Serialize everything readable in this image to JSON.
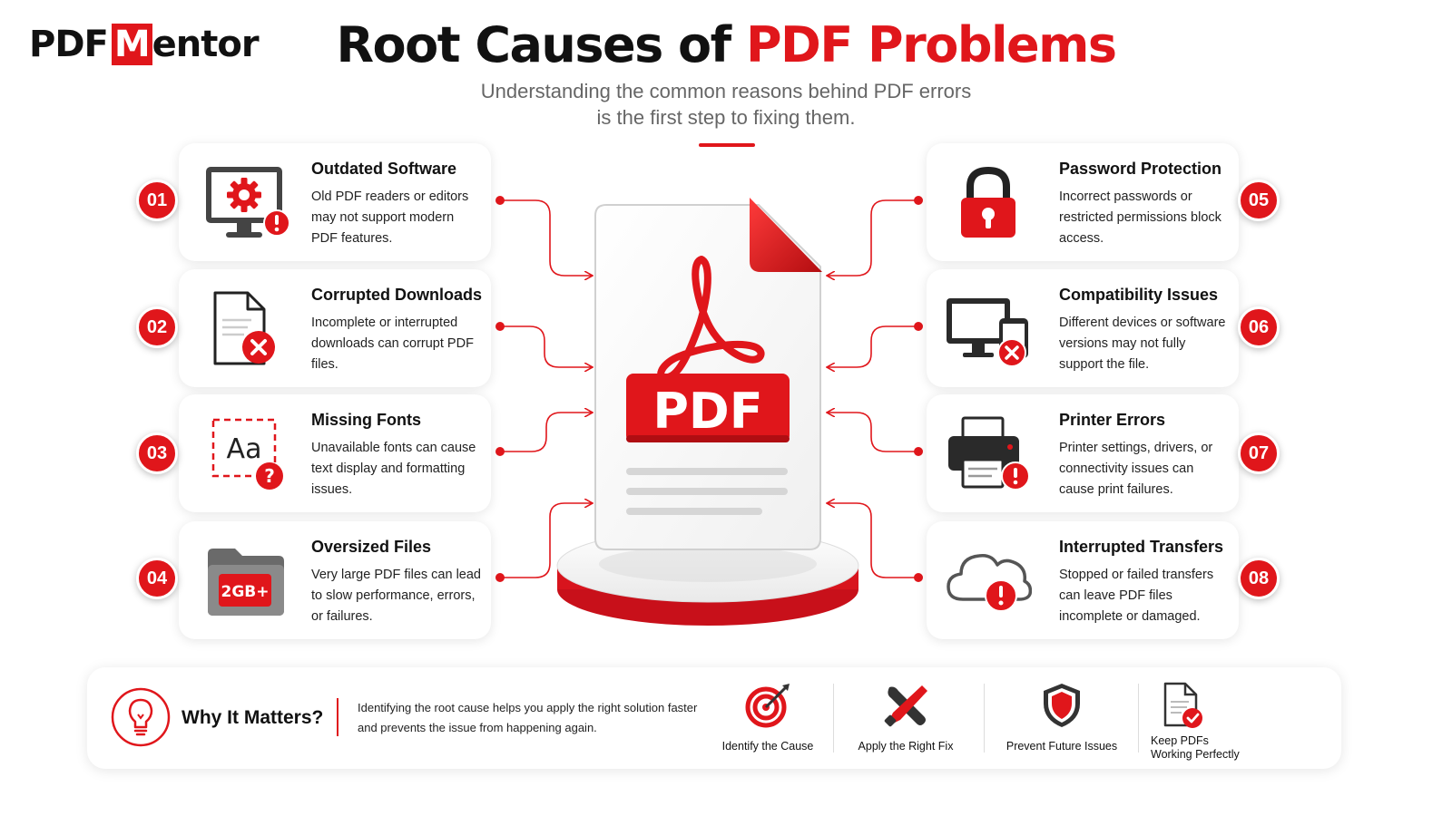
{
  "logo": {
    "part1": "PDF",
    "part2": "M",
    "part3": "entor"
  },
  "header": {
    "title_black": "Root Causes of ",
    "title_red": "PDF Problems",
    "subtitle_line1": "Understanding the common reasons behind PDF errors",
    "subtitle_line2": "is the first step to fixing them."
  },
  "causes": [
    {
      "number": "01",
      "title": "Outdated Software",
      "desc": "Old PDF readers or editors may not support modern PDF features.",
      "icon": "outdated-monitor-icon"
    },
    {
      "number": "02",
      "title": "Corrupted Downloads",
      "desc": "Incomplete or interrupted downloads can corrupt PDF files.",
      "icon": "corrupted-file-icon"
    },
    {
      "number": "03",
      "title": "Missing Fonts",
      "desc": "Unavailable fonts can cause text display and formatting issues.",
      "icon": "missing-font-icon"
    },
    {
      "number": "04",
      "title": "Oversized Files",
      "desc": "Very large PDF files can lead to slow performance, errors, or failures.",
      "icon": "large-folder-icon",
      "icon_text": "2GB+"
    },
    {
      "number": "05",
      "title": "Password Protection",
      "desc": "Incorrect passwords or restricted permissions block access.",
      "icon": "padlock-icon"
    },
    {
      "number": "06",
      "title": "Compatibility Issues",
      "desc": "Different devices or software versions may not fully support the file.",
      "icon": "devices-icon"
    },
    {
      "number": "07",
      "title": "Printer Errors",
      "desc": "Printer settings, drivers, or connectivity issues can cause print failures.",
      "icon": "printer-icon"
    },
    {
      "number": "08",
      "title": "Interrupted Transfers",
      "desc": "Stopped or failed transfers can leave PDF files incomplete or damaged.",
      "icon": "cloud-alert-icon"
    }
  ],
  "center": {
    "label": "PDF",
    "icon": "acrobat-pdf-document-icon"
  },
  "bottom": {
    "heading": "Why It Matters?",
    "text": "Identifying the root cause helps you apply the right solution faster and prevents the issue from happening again.",
    "benefits": [
      {
        "label": "Identify the Cause",
        "icon": "target-icon"
      },
      {
        "label": "Apply the Right Fix",
        "icon": "tools-icon"
      },
      {
        "label": "Prevent Future Issues",
        "icon": "shield-icon"
      },
      {
        "label": "Keep PDFs Working Perfectly",
        "icon": "document-check-icon"
      }
    ]
  },
  "colors": {
    "accent": "#e0161b",
    "dark": "#111111",
    "grey": "#5a5a5a"
  }
}
